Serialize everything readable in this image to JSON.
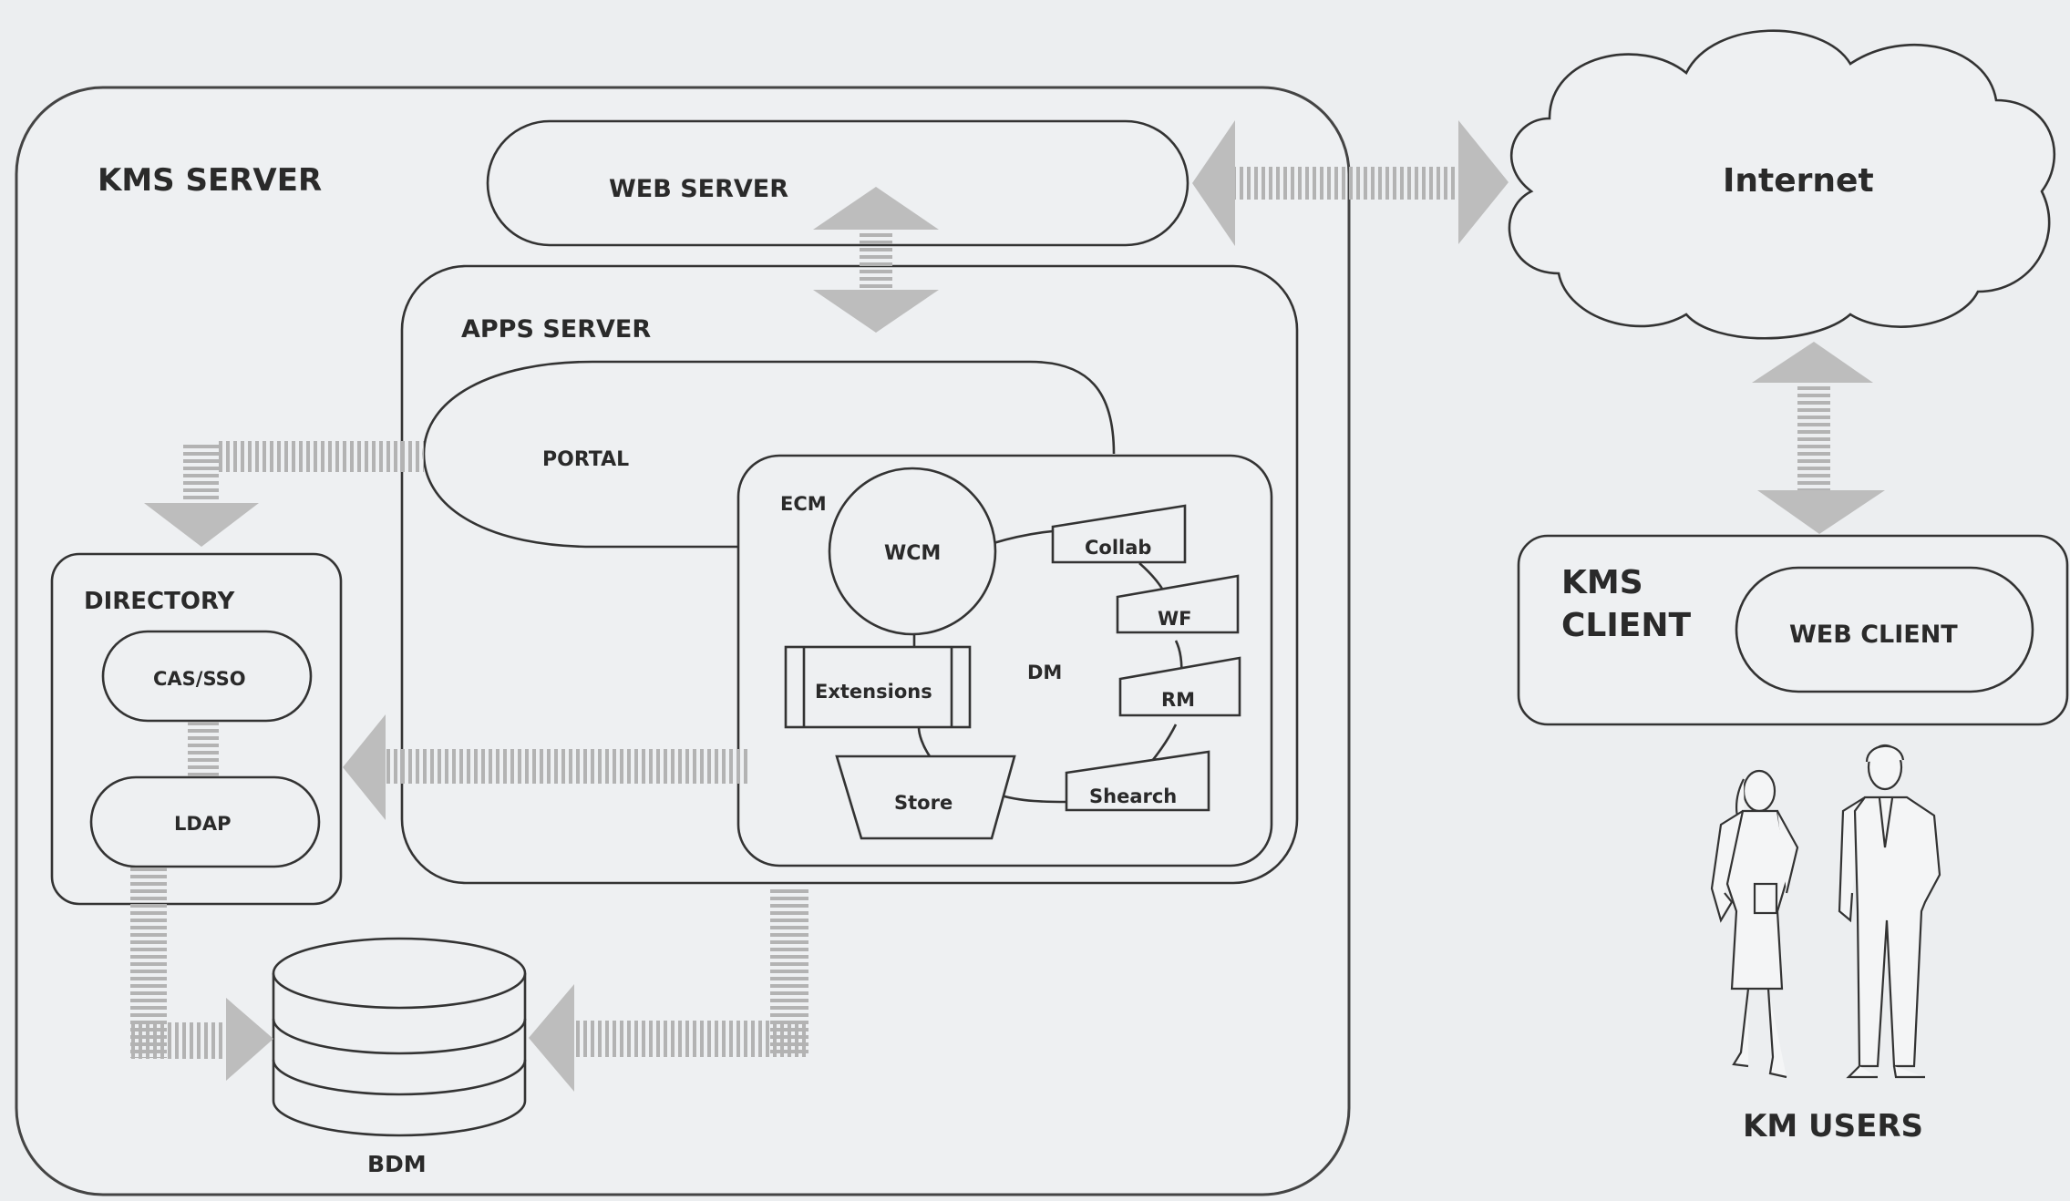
{
  "kms_server": {
    "title": "KMS SERVER"
  },
  "web_server": {
    "label": "WEB SERVER"
  },
  "apps_server": {
    "title": "APPS SERVER"
  },
  "portal": {
    "label": "PORTAL"
  },
  "ecm": {
    "title": "ECM",
    "wcm": "WCM",
    "dm": "DM",
    "extensions": "Extensions",
    "store": "Store",
    "collab": "Collab",
    "wf": "WF",
    "rm": "RM",
    "search": "Shearch"
  },
  "directory": {
    "title": "DIRECTORY",
    "cas_sso": "CAS/SSO",
    "ldap": "LDAP"
  },
  "database": {
    "label": "BDM"
  },
  "internet": {
    "label": "Internet"
  },
  "kms_client": {
    "title_line1": "KMS",
    "title_line2": "CLIENT",
    "web_client": "WEB CLIENT"
  },
  "users": {
    "label": "KM USERS"
  }
}
